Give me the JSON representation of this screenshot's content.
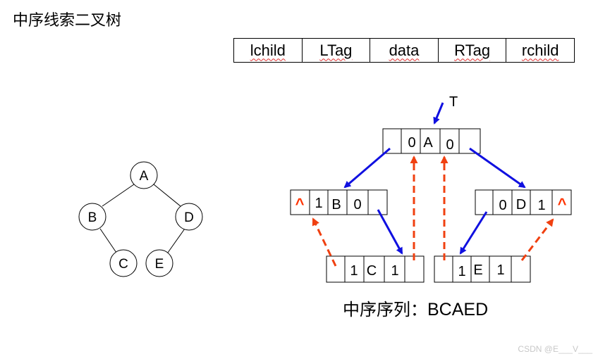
{
  "title": "中序线索二叉树",
  "node_structure": {
    "fields": [
      "lchild",
      "LTag",
      "data",
      "RTag",
      "rchild"
    ]
  },
  "tree": {
    "nodes": [
      {
        "id": "A",
        "label": "A"
      },
      {
        "id": "B",
        "label": "B"
      },
      {
        "id": "D",
        "label": "D"
      },
      {
        "id": "C",
        "label": "C"
      },
      {
        "id": "E",
        "label": "E"
      }
    ],
    "edges": [
      [
        "A",
        "B"
      ],
      [
        "A",
        "D"
      ],
      [
        "B",
        "C"
      ],
      [
        "D",
        "E"
      ]
    ]
  },
  "pointer_label": "T",
  "threaded_nodes": {
    "A": {
      "ltag": "0",
      "data": "A",
      "rtag": "0"
    },
    "B": {
      "lchild": "^",
      "ltag": "1",
      "data": "B",
      "rtag": "0"
    },
    "D": {
      "ltag": "0",
      "data": "D",
      "rtag": "1",
      "rchild": "^"
    },
    "C": {
      "ltag": "1",
      "data": "C",
      "rtag": "1"
    },
    "E": {
      "ltag": "1",
      "data": "E",
      "rtag": "1"
    }
  },
  "colors": {
    "child_link": "#1010e0",
    "thread_link": "#f04010",
    "null_marker": "#ff3300"
  },
  "footer": {
    "label": "中序序列：",
    "sequence": "BCAED"
  },
  "watermark": "CSDN @E___V___"
}
